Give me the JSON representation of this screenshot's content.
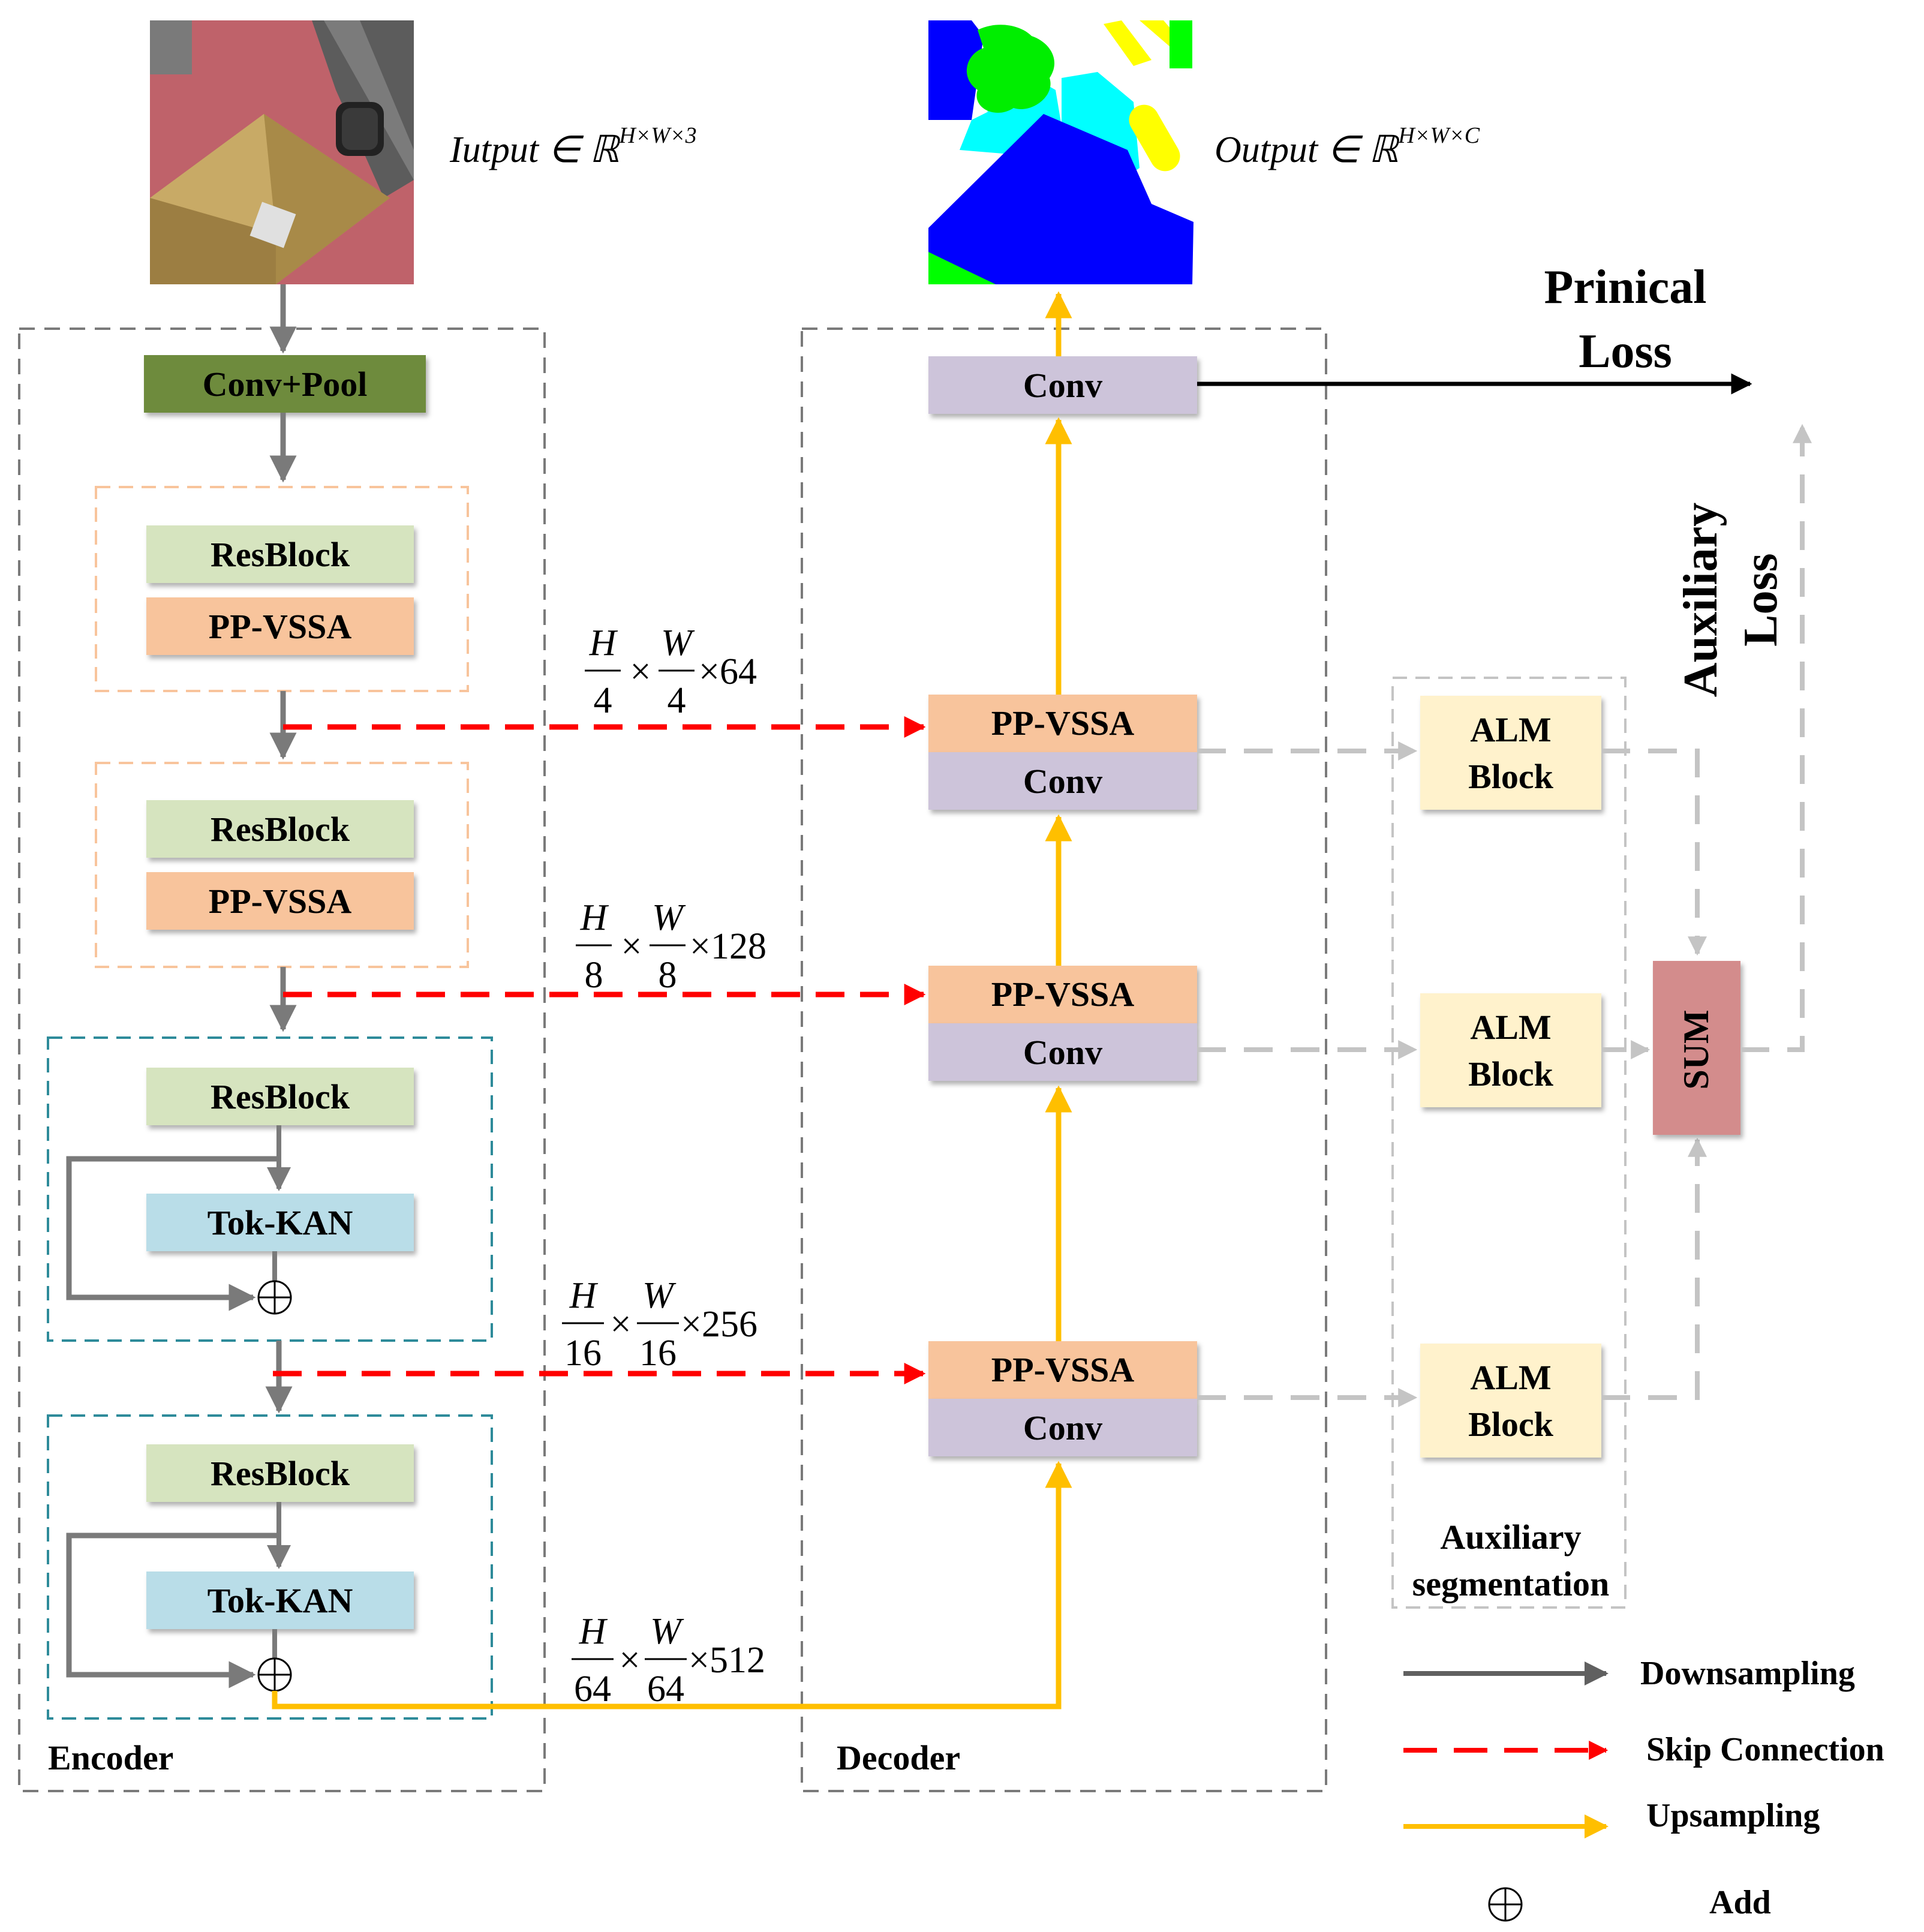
{
  "input_label": {
    "main": "Iutput",
    "member": " ∈ ",
    "set": "ℝ",
    "exp": "H×W×3"
  },
  "output_label": {
    "main": "Output",
    "member": " ∈ ",
    "set": "ℝ",
    "exp": "H×W×C"
  },
  "encoder": {
    "title": "Encoder",
    "conv_pool": "Conv+Pool",
    "stages": [
      {
        "resblock": "ResBlock",
        "attn": "PP-VSSA"
      },
      {
        "resblock": "ResBlock",
        "attn": "PP-VSSA"
      },
      {
        "resblock": "ResBlock",
        "tok": "Tok-KAN"
      },
      {
        "resblock": "ResBlock",
        "tok": "Tok-KAN"
      }
    ]
  },
  "decoder": {
    "title": "Decoder",
    "conv_top": "Conv",
    "blocks": [
      {
        "attn": "PP-VSSA",
        "conv": "Conv"
      },
      {
        "attn": "PP-VSSA",
        "conv": "Conv"
      },
      {
        "attn": "PP-VSSA",
        "conv": "Conv"
      }
    ]
  },
  "dims": [
    {
      "h": "H",
      "hd": "4",
      "w": "W",
      "wd": "4",
      "c": "×64"
    },
    {
      "h": "H",
      "hd": "8",
      "w": "W",
      "wd": "8",
      "c": "×128"
    },
    {
      "h": "H",
      "hd": "16",
      "w": "W",
      "wd": "16",
      "c": "×256"
    },
    {
      "h": "H",
      "hd": "64",
      "w": "W",
      "wd": "64",
      "c": "×512"
    }
  ],
  "times": "×",
  "auxiliary": {
    "alm_line1": "ALM",
    "alm_line2": "Block",
    "sum": "SUM",
    "caption_line1": "Auxiliary",
    "caption_line2": "segmentation"
  },
  "losses": {
    "principal_line1": "Prinical",
    "principal_line2": "Loss",
    "aux_line1": "Auxiliary",
    "aux_line2": "Loss"
  },
  "legend": {
    "downsampling": "Downsampling",
    "skip": "Skip Connection",
    "upsampling": "Upsampling",
    "add_symbol": "⊕",
    "add": "Add"
  },
  "colors": {
    "conv_pool": "#6e8b3d",
    "resblock": "#d6e4bf",
    "pp_vssa": "#f8c49c",
    "tok_kan": "#b9dde8",
    "conv": "#cdc4da",
    "alm": "#fff2cc",
    "sum": "#d38c8c",
    "gray_arrow": "#7a7a7a",
    "skip": "#ff0000",
    "upsampling": "#ffbf00"
  }
}
